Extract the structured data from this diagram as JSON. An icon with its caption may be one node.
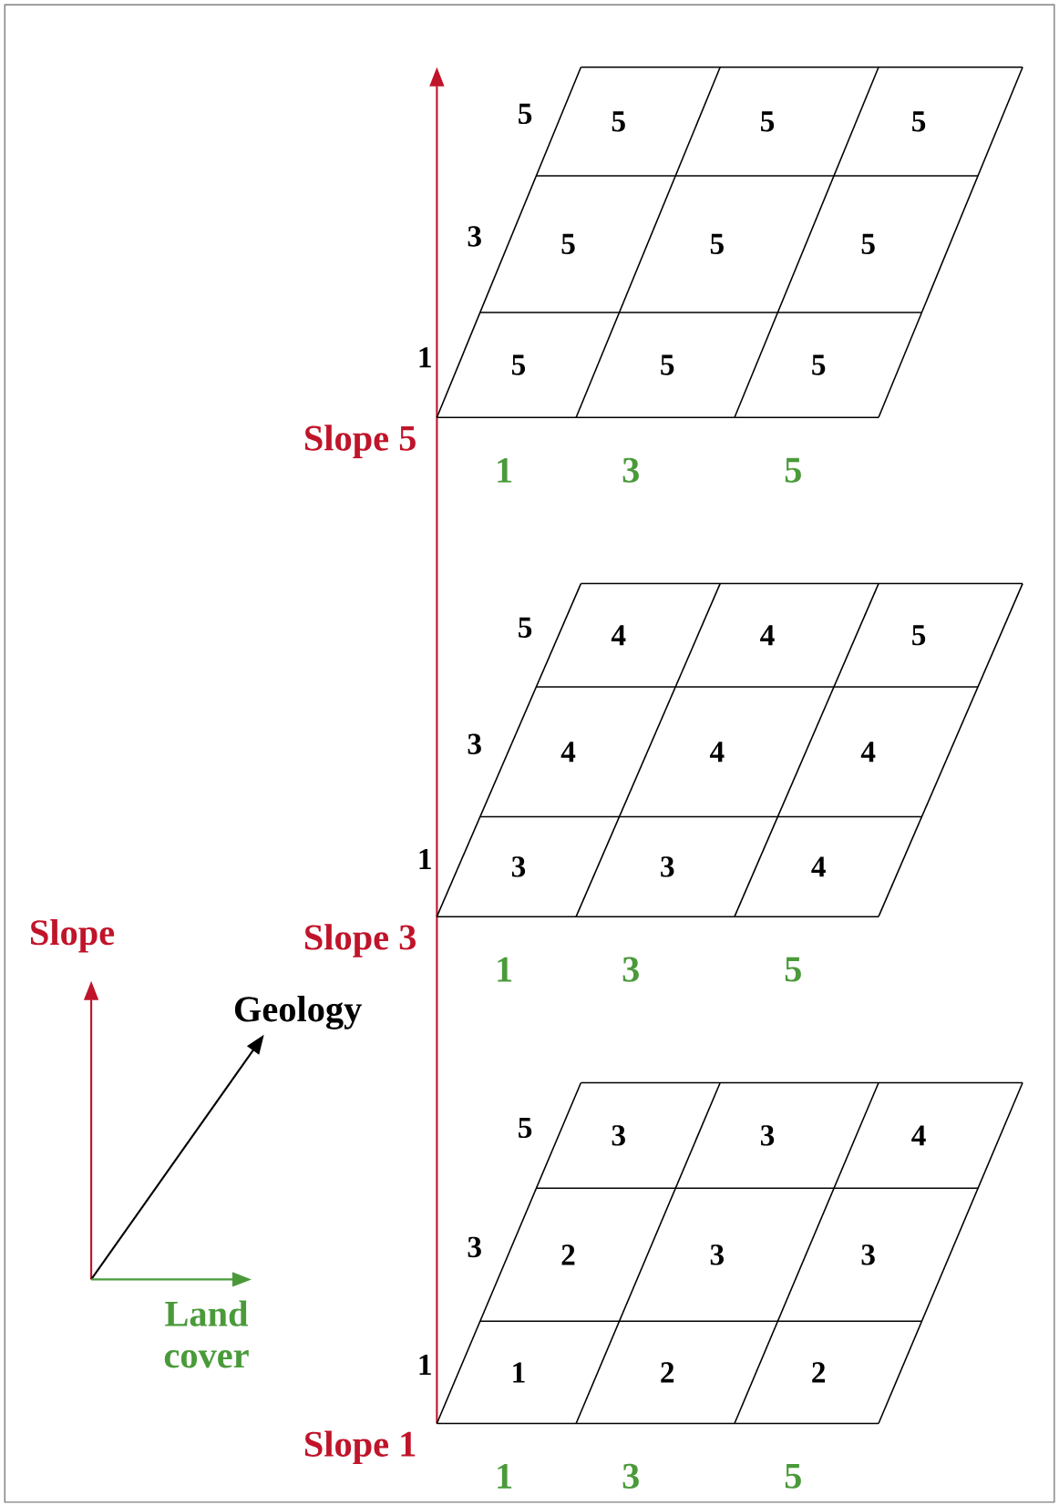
{
  "diagram": {
    "labels": [
      "5",
      "5",
      "5",
      "5",
      "3",
      "5",
      "5",
      "5",
      "1",
      "5",
      "5",
      "5",
      "Slope 5",
      "1",
      "3",
      "5",
      "5",
      "4",
      "4",
      "5",
      "3",
      "4",
      "4",
      "4",
      "1",
      "3",
      "3",
      "4",
      "Slope 3",
      "1",
      "3",
      "5",
      "5",
      "3",
      "3",
      "4",
      "3",
      "2",
      "3",
      "3",
      "1",
      "1",
      "2",
      "2",
      "Slope 1",
      "1",
      "3",
      "5",
      "Slope",
      "Geology",
      "Land cover"
    ]
  }
}
